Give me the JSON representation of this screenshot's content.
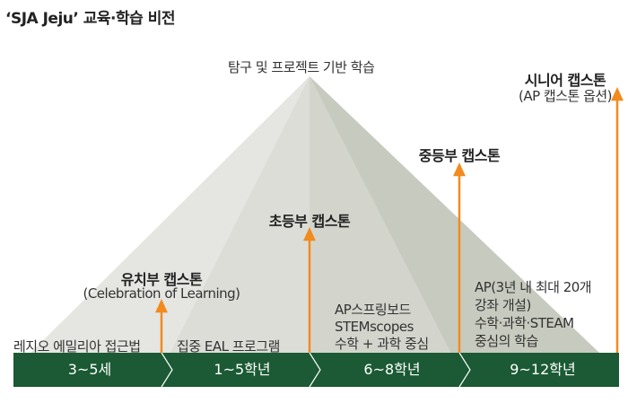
{
  "title": "‘SJA Jeju’ 교육·학습 비전",
  "apex_label": "탐구 및 프로젝트 기반 학습",
  "capstones": [
    {
      "title": "유치부 캡스톤",
      "subtitle": "(Celebration of Learning)"
    },
    {
      "title": "초등부 캡스톤",
      "subtitle": ""
    },
    {
      "title": "중등부 캡스톤",
      "subtitle": ""
    },
    {
      "title": "시니어 캡스톤",
      "subtitle": "(AP 캡스톤 옵션)"
    }
  ],
  "programs": [
    {
      "lines": [
        "레지오 에밀리아 접근법"
      ]
    },
    {
      "lines": [
        "집중 EAL 프로그램"
      ]
    },
    {
      "lines": [
        "AP스프링보드",
        "STEMscopes",
        "수학 + 과학 중심"
      ]
    },
    {
      "lines": [
        "AP(3년 내 최대 20개",
        "강좌 개설)",
        "수학·과학·STEAM",
        "중심의 학습"
      ]
    }
  ],
  "stages": [
    "3~5세",
    "1~5학년",
    "6~8학년",
    "9~12학년"
  ],
  "colors": {
    "stage_bar": "#1b5a34",
    "arrow": "#f28a1e"
  }
}
